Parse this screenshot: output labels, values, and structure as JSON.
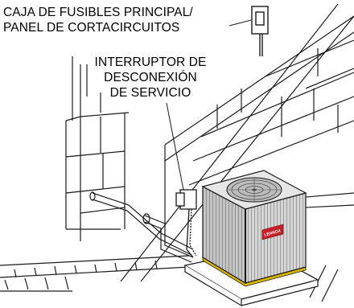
{
  "callouts": {
    "main_fuse_box": {
      "line1": "CAJA DE FUSIBLES PRINCIPAL/",
      "line2": "PANEL DE CORTACIRCUITOS"
    },
    "service_disconnect": {
      "line1": "INTERRUPTOR DE",
      "line2": "DESCONEXIÓN",
      "line3": "DE SERVICIO"
    }
  },
  "unit_logo_text": "LENNOX",
  "colors": {
    "line": "#1a1a1a",
    "unit_body": "#d9d9d9",
    "unit_grille": "#8c8c8c",
    "logo_red": "#c8202a",
    "base_trim": "#d7b500",
    "background": "#ffffff"
  }
}
